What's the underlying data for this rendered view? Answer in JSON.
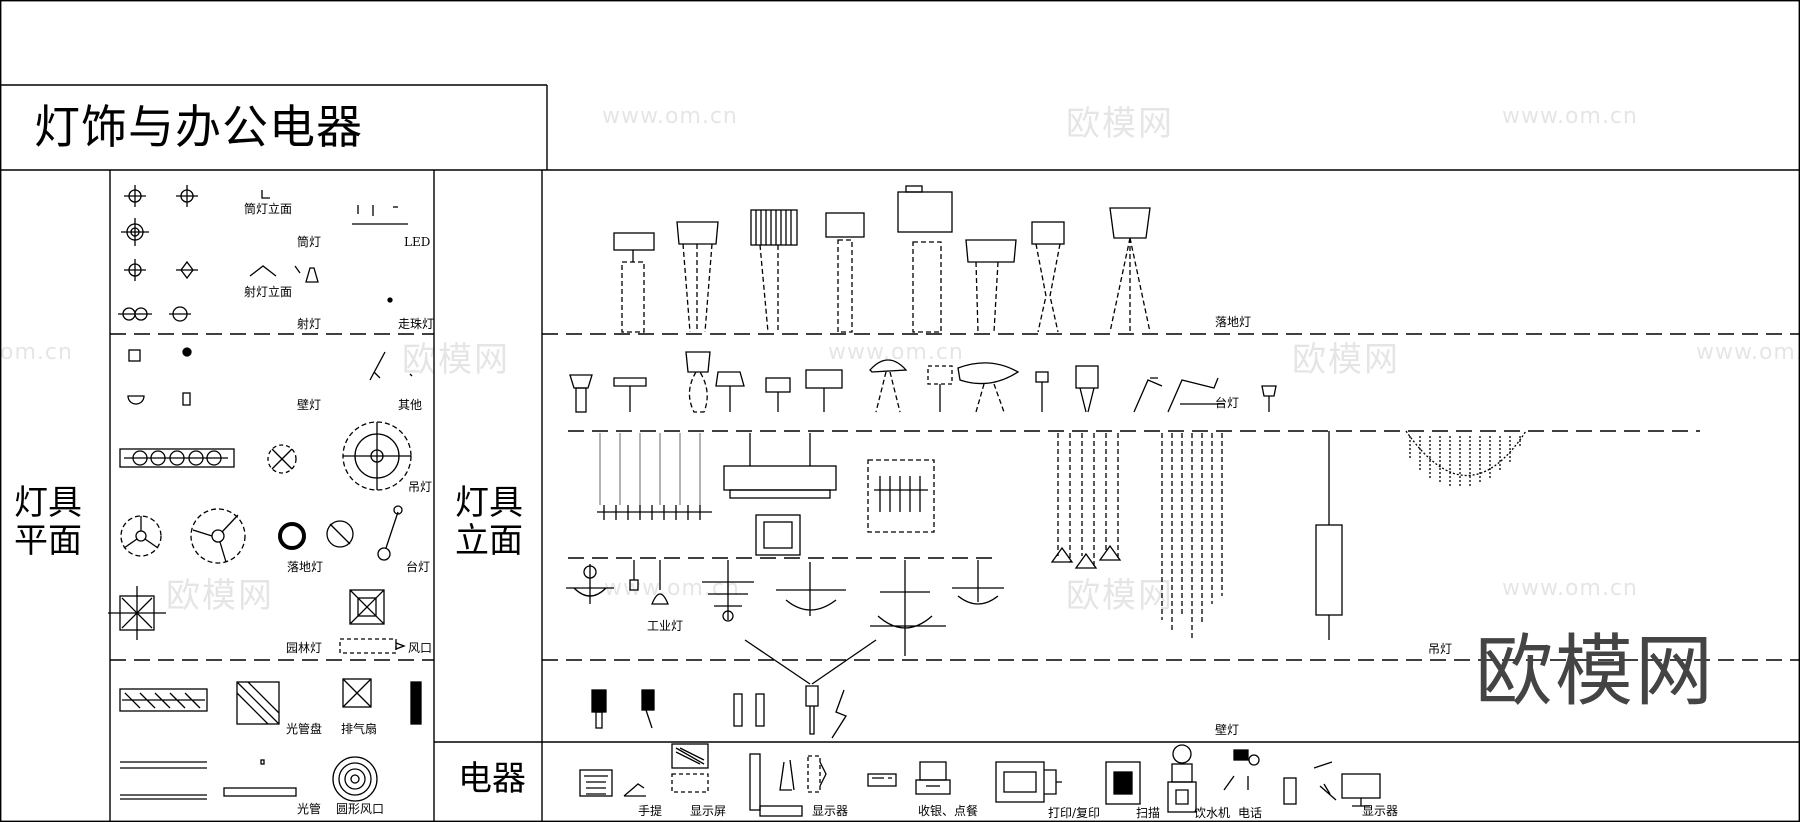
{
  "title": "灯饰与办公电器",
  "brand": "欧模网",
  "watermarks": {
    "url": "www.om.cn",
    "name": "欧模网",
    "url_short": "om.cn"
  },
  "sections": {
    "fixtures_plan": "灯具\n平面",
    "fixtures_elevation": "灯具\n立面",
    "appliances": "电器"
  },
  "plan_labels": {
    "downlight_elev": "筒灯立面",
    "downlight": "筒灯",
    "led": "LED",
    "spot_elev": "射灯立面",
    "spotlight": "射灯",
    "track_light": "走珠灯",
    "wall_lamp": "壁灯",
    "other": "其他",
    "pendant": "吊灯",
    "floor_lamp": "落地灯",
    "table_lamp": "台灯",
    "garden_lamp": "园林灯",
    "vent": "风口",
    "tube_panel": "光管盘",
    "exhaust_fan": "排气扇",
    "tube": "光管",
    "round_vent": "圆形风口"
  },
  "elev_labels": {
    "floor_lamp": "落地灯",
    "table_lamp": "台灯",
    "industrial": "工业灯",
    "pendant": "吊灯",
    "wall_lamp": "壁灯"
  },
  "appliance_labels": {
    "handheld": "手提",
    "screen": "显示屏",
    "monitor": "显示器",
    "pos": "收银、点餐",
    "printer": "打印/复印",
    "scanner": "扫描",
    "dispenser": "饮水机",
    "phone": "电话",
    "monitor2": "显示器"
  }
}
